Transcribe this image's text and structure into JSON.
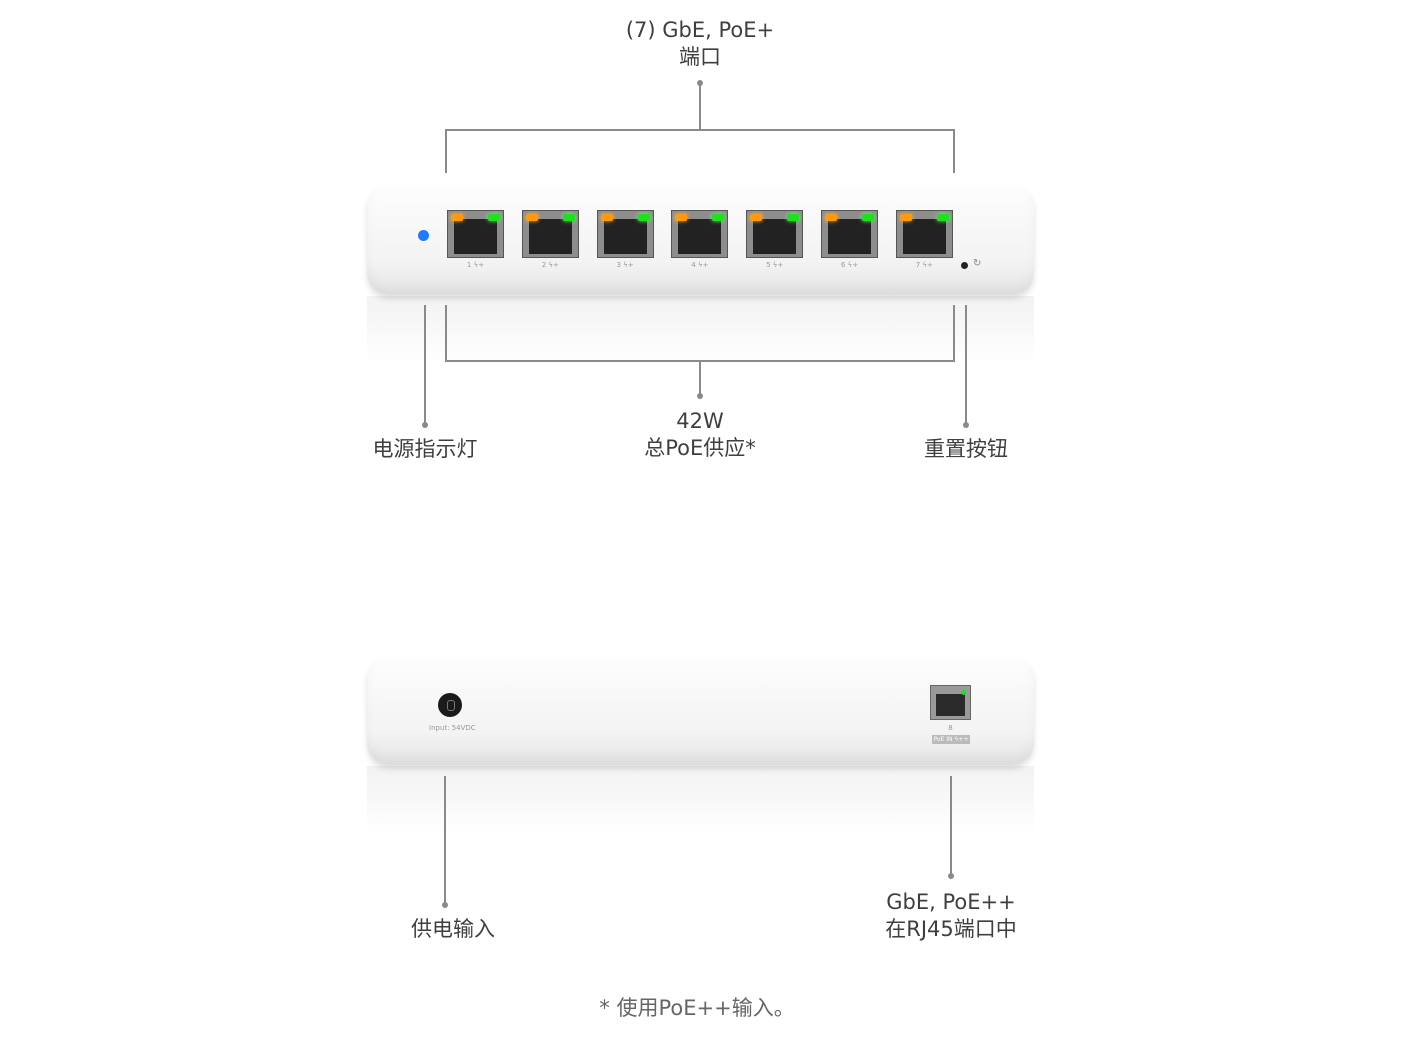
{
  "front": {
    "callouts": {
      "ports": {
        "line1": "(7) GbE, PoE+",
        "line2": "端口"
      },
      "power_led": {
        "line1": "电源指示灯"
      },
      "poe_budget": {
        "line1": "42W",
        "line2": "总PoE供应*"
      },
      "reset": {
        "line1": "重置按钮"
      }
    },
    "ports": [
      {
        "label": "1 ϟ+"
      },
      {
        "label": "2 ϟ+"
      },
      {
        "label": "3 ϟ+"
      },
      {
        "label": "4 ϟ+"
      },
      {
        "label": "5 ϟ+"
      },
      {
        "label": "6 ϟ+"
      },
      {
        "label": "7 ϟ+"
      }
    ],
    "colors": {
      "power_led": "#1e7bff",
      "link_led": "#1ee01e",
      "activity_led": "#ff9a10"
    }
  },
  "rear": {
    "callouts": {
      "power_input": {
        "line1": "供电输入"
      },
      "uplink": {
        "line1": "GbE, PoE++",
        "line2": "在RJ45端口中"
      }
    },
    "dc_label": "Input: 54VDC",
    "port_number": "8",
    "poe_in_label": "PoE IN ϟ++"
  },
  "footnote": "* 使用PoE++输入。"
}
